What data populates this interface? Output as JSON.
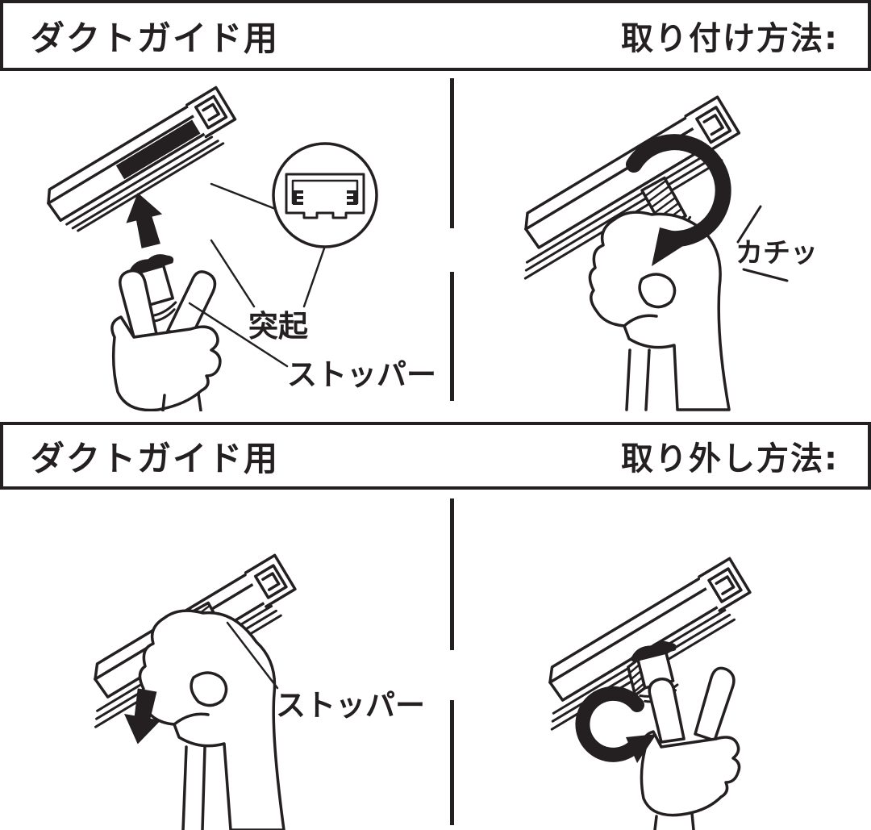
{
  "colors": {
    "ink": "#241f20",
    "paper": "#ffffff"
  },
  "panel_install": {
    "product_label": "ダクトガイド用",
    "method_label": "取り付け方法:",
    "annotations": {
      "protrusion": "突起",
      "stopper": "ストッパー",
      "click_sfx": "カチッ"
    }
  },
  "panel_remove": {
    "product_label": "ダクトガイド用",
    "method_label": "取り外し方法:",
    "annotations": {
      "stopper": "ストッパー"
    }
  }
}
